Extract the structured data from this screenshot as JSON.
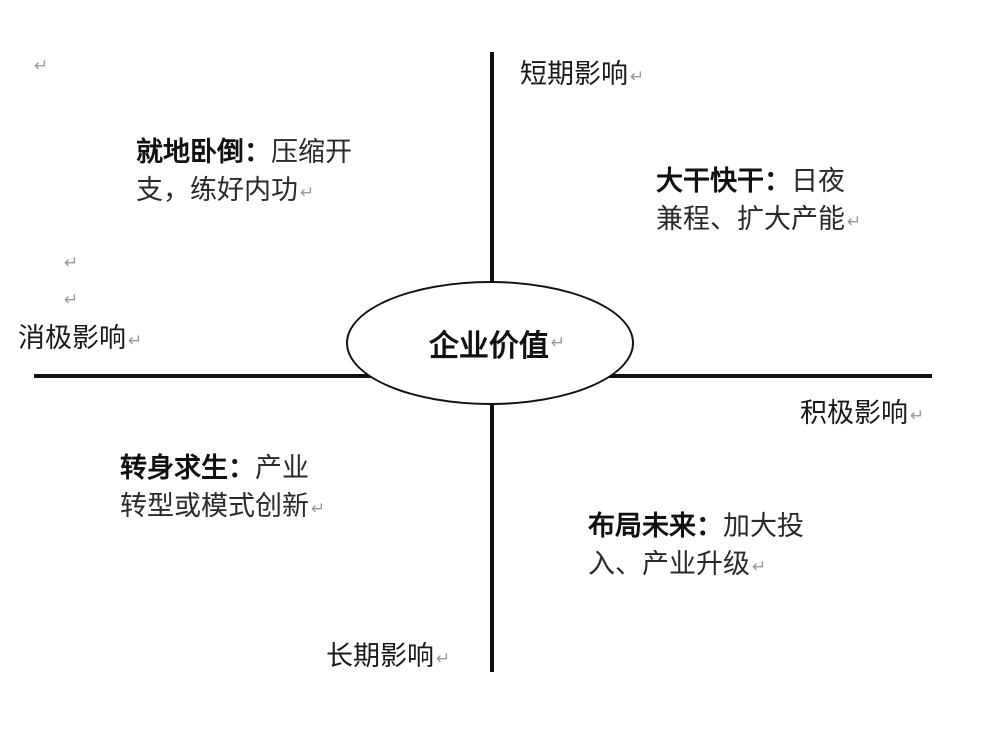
{
  "paragraph_mark": "↵",
  "center": {
    "label": "企业价值"
  },
  "axes": {
    "top": "短期影响",
    "bottom": "长期影响",
    "left": "消极影响",
    "right": "积极影响"
  },
  "quadrants": {
    "top_left": {
      "lead": "就地卧倒：",
      "line1_rest": "压缩开",
      "line2": "支，练好内功"
    },
    "top_right": {
      "lead": "大干快干：",
      "line1_rest": "日夜",
      "line2": "兼程、扩大产能"
    },
    "bottom_left": {
      "lead": "转身求生：",
      "line1_rest": "产业",
      "line2": "转型或模式创新"
    },
    "bottom_right": {
      "lead": "布局未来：",
      "line1_rest": "加大投",
      "line2": "入、产业升级"
    }
  },
  "colors": {
    "line": "#111111",
    "text": "#1a1a1a",
    "mark": "#9a9a9a",
    "background": "#ffffff"
  }
}
